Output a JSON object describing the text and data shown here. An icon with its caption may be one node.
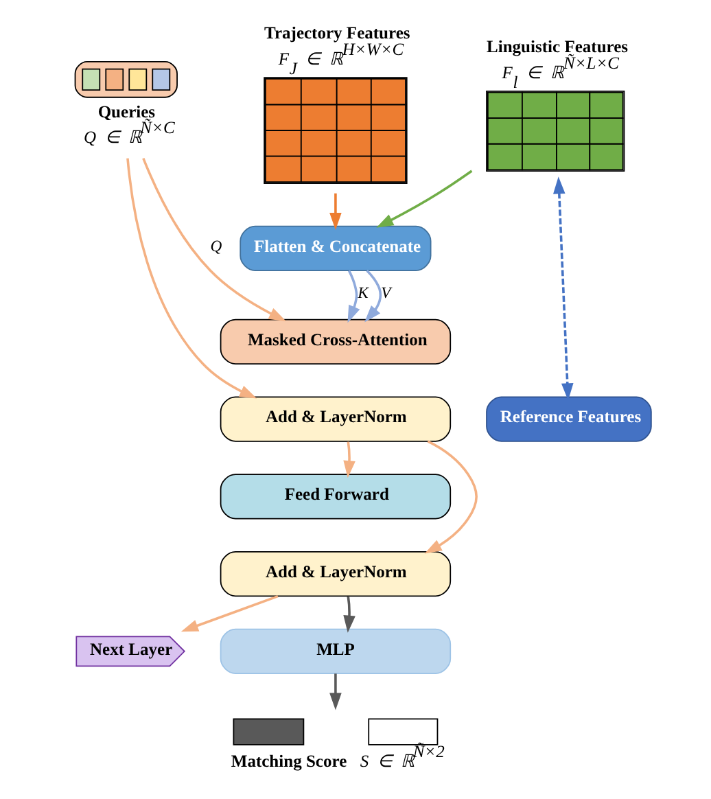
{
  "diagram": {
    "nodes": [
      {
        "text": [
          "Queries",
          "Q ∈ ℝ$^{Ñ×C}$"
        ]
      },
      {
        "text": [
          "Trajectory Features",
          "F$_{J}$ ∈ ℝ$^{H×W×C}$"
        ]
      },
      {
        "text": [
          "Linguistic Features",
          "F$_{l}$ ∈ ℝ$^{Ñ×L×C}$"
        ]
      },
      {
        "text": [
          "Flatten & Concatenate"
        ]
      },
      {
        "text": [
          "Masked Cross-Attention"
        ]
      },
      {
        "text": [
          "Add & LayerNorm"
        ]
      },
      {
        "text": [
          "Reference Features"
        ]
      },
      {
        "text": [
          "Feed Forward"
        ]
      },
      {
        "text": [
          "Add & LayerNorm"
        ]
      },
      {
        "text": [
          "Next Layer"
        ]
      },
      {
        "text": [
          "MLP"
        ]
      },
      {
        "text": [
          "Matching Score",
          "S ∈ ℝ$^{Ñ×2}$"
        ]
      }
    ],
    "edges": [
      {
        "from": 1,
        "to": 3,
        "arrow": "to",
        "color": "#ed7d31"
      },
      {
        "from": 2,
        "to": 3,
        "arrow": "to",
        "color": "#70ad47"
      },
      {
        "from": 0,
        "to": 4,
        "arrow": "to",
        "label": "Q"
      },
      {
        "from": 3,
        "to": 4,
        "arrow": "to",
        "label": "K",
        "color": "#8faadc"
      },
      {
        "from": 3,
        "to": 4,
        "arrow": "to",
        "label": "V",
        "color": "#8faadc"
      },
      {
        "from": 0,
        "to": 5,
        "arrow": "to"
      },
      {
        "from": 2,
        "to": 6,
        "arrow": "both",
        "style": "dashed",
        "color": "#4472c4"
      },
      {
        "from": 5,
        "to": 7,
        "arrow": "to"
      },
      {
        "from": 5,
        "to": 8,
        "arrow": "to"
      },
      {
        "from": 8,
        "to": 10,
        "arrow": "to",
        "color": "#595959"
      },
      {
        "from": 8,
        "to": 9,
        "arrow": "to"
      },
      {
        "from": 10,
        "to": 11,
        "arrow": "to",
        "color": "#595959"
      }
    ]
  }
}
